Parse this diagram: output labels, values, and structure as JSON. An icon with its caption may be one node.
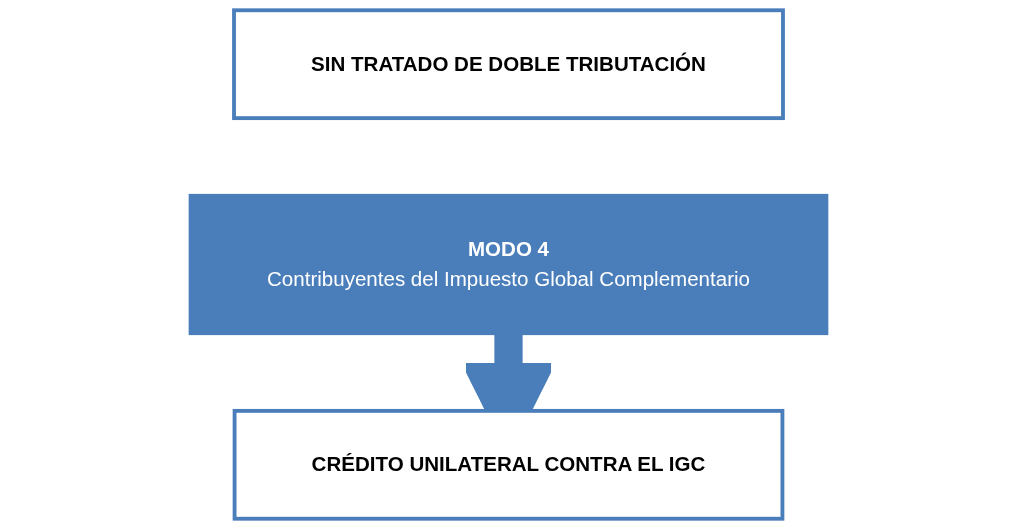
{
  "diagram": {
    "nodes": [
      {
        "text": [
          "SIN TRATADO DE DOBLE TRIBUTACIÓN"
        ]
      },
      {
        "text": [
          "MODO 4",
          "Contribuyentes del Impuesto Global Complementario"
        ]
      },
      {
        "text": [
          "CRÉDITO UNILATERAL CONTRA EL IGC"
        ]
      }
    ],
    "edges": [
      {
        "from": 1,
        "to": 2,
        "arrow": "to"
      }
    ]
  }
}
